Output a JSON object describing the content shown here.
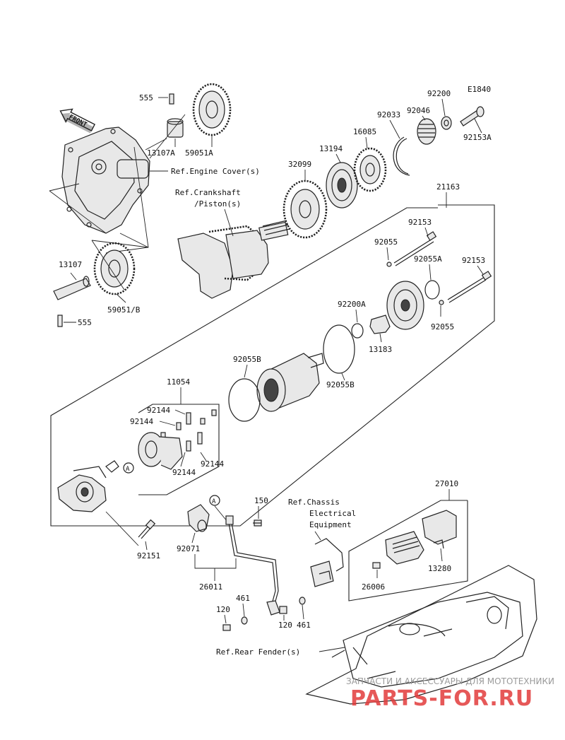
{
  "diagram": {
    "code": "E1840",
    "front_label": "FRONT",
    "callout_letter": "A",
    "labels": {
      "p555_top": "555",
      "p13107A": "13107A",
      "p59051A": "59051A",
      "ref_engine_cover": "Ref.Engine Cover(s)",
      "ref_crankshaft_1": "Ref.Crankshaft",
      "ref_crankshaft_2": "/Piston(s)",
      "p13107": "13107",
      "p59051B": "59051/B",
      "p555_bottom": "555",
      "p32099": "32099",
      "p13194": "13194",
      "p16085": "16085",
      "p92033": "92033",
      "p92046": "92046",
      "p92200": "92200",
      "p92153A": "92153A",
      "p21163": "21163",
      "p92153_a": "92153",
      "p92055_a": "92055",
      "p92055A": "92055A",
      "p92153_b": "92153",
      "p92200A": "92200A",
      "p92055_b": "92055",
      "p13183": "13183",
      "p92055B_a": "92055B",
      "p92055B_b": "92055B",
      "p11054": "11054",
      "p92144_a": "92144",
      "p92144_b": "92144",
      "p92144_c": "92144",
      "p92144_d": "92144",
      "p92151": "92151",
      "p150": "150",
      "p92071": "92071",
      "p26011": "26011",
      "ref_chassis_1": "Ref.Chassis",
      "ref_chassis_2": "Electrical",
      "ref_chassis_3": "Equipment",
      "p27010": "27010",
      "p13280": "13280",
      "p26006": "26006",
      "p120_a": "120",
      "p461_a": "461",
      "p120_b": "120",
      "p461_b": "461",
      "ref_rear_fender": "Ref.Rear Fender(s)"
    },
    "watermark_top": "ЗАПЧАСТИ И АКСЕССУАРЫ ДЛЯ МОТОТЕХНИКИ",
    "watermark_brand": "PARTS-FOR.RU",
    "colors": {
      "line": "#222222",
      "watermark": "#e23c3c",
      "watermark_text": "#9a9a9a"
    }
  }
}
